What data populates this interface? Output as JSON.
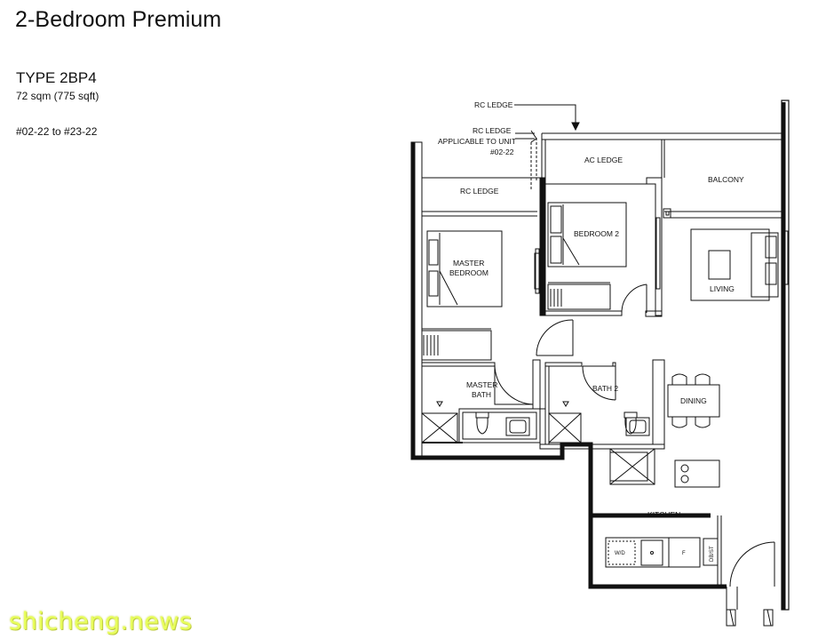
{
  "header": {
    "title": "2-Bedroom Premium",
    "type": "TYPE 2BP4",
    "area": "72 sqm (775 sqft)",
    "units": "#02-22 to #23-22"
  },
  "plan": {
    "labels": {
      "rc_ledge_top": "RC LEDGE",
      "rc_ledge_applicable_1": "RC LEDGE",
      "rc_ledge_applicable_2": "APPLICABLE TO UNIT",
      "rc_ledge_applicable_3": "#02-22",
      "ac_ledge": "AC LEDGE",
      "balcony": "BALCONY",
      "rc_ledge_left": "RC LEDGE",
      "bedroom_2": "BEDROOM 2",
      "master_bedroom_1": "MASTER",
      "master_bedroom_2": "BEDROOM",
      "living": "LIVING",
      "master_bath_1": "MASTER",
      "master_bath_2": "BATH",
      "bath_2": "BATH 2",
      "dining": "DINING",
      "kitchen": "KITCHEN",
      "wd": "W/D",
      "fridge": "F",
      "dbst": "DB/ST"
    }
  },
  "watermark": "shicheng.news"
}
